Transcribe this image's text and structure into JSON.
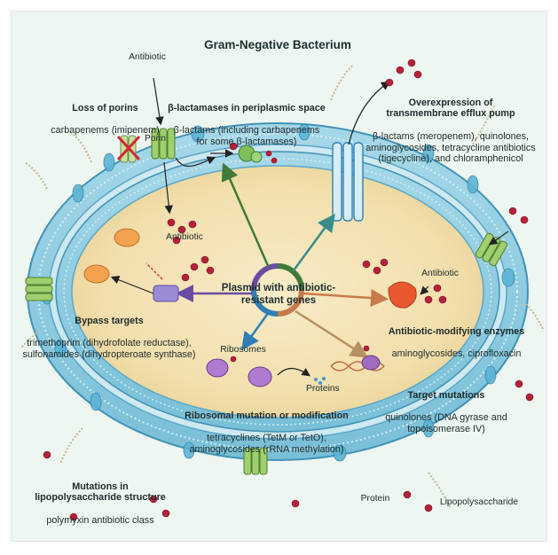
{
  "title": "Gram-Negative Bacterium",
  "labels": {
    "antibiotic_top": "Antibiotic",
    "loss_porins_title": "Loss of porins",
    "loss_porins_desc": "carbapenems (imipenem)",
    "porin": "Porin",
    "beta_lactamases_title": "β-lactamases in periplasmic space",
    "beta_lactamases_desc": "β-lactams (including carbapenems\nfor some β-lactamases)",
    "efflux_title": "Overexpression of\ntransmembrane efflux pump",
    "efflux_desc": "β-lactams (meropenem), quinolones,\naminoglycosides, tetracycline antibiotics\n(tigecycline), and chloramphenicol",
    "antibiotic_inner_left": "Antibiotic",
    "antibiotic_right": "Antibiotic",
    "plasmid": "Plasmid with antibiotic-\nresistant genes",
    "bypass_title": "Bypass targets",
    "bypass_desc": "trimethoprim (dihydrofolate reductase),\nsulfonamides (dihydropteroate synthase)",
    "modifying_title": "Antibiotic-modifying enzymes",
    "modifying_desc": "aminoglycosides, ciprofloxacin",
    "ribosomes": "Ribosomes",
    "proteins": "Proteins",
    "target_title": "Target mutations",
    "target_desc": "quinolones (DNA gyrase and\ntopoisomerase IV)",
    "ribosomal_title": "Ribosomal mutation or modification",
    "ribosomal_desc": "tetracyclines (TetM or TetO),\naminoglycosides (rRNA methylation)",
    "lps_title": "Mutations in\nlipopolysaccharide structure",
    "lps_desc": "polymyxin antibiotic class",
    "protein": "Protein",
    "lipopolysaccharide": "Lipopolysaccharide"
  },
  "colors": {
    "membrane": "#8ccbe0",
    "membrane_dark": "#3f92b6",
    "cytoplasm": "#f3e2b4",
    "antibiotic": "#b3223a",
    "arrow_purple": "#6a4ca3",
    "arrow_green": "#3f7a3a",
    "arrow_teal": "#3b8b8a",
    "arrow_orange": "#c97a4a",
    "arrow_blue": "#2f7fb5",
    "arrow_tan": "#b89160"
  },
  "icons": [
    "red-x-icon",
    "porin-channel-icon",
    "efflux-pump-icon",
    "beta-lactamase-icon",
    "plasmid-ring-icon",
    "ribosome-icon",
    "enzyme-icon",
    "dna-helix-icon",
    "bypass-target-icon"
  ]
}
